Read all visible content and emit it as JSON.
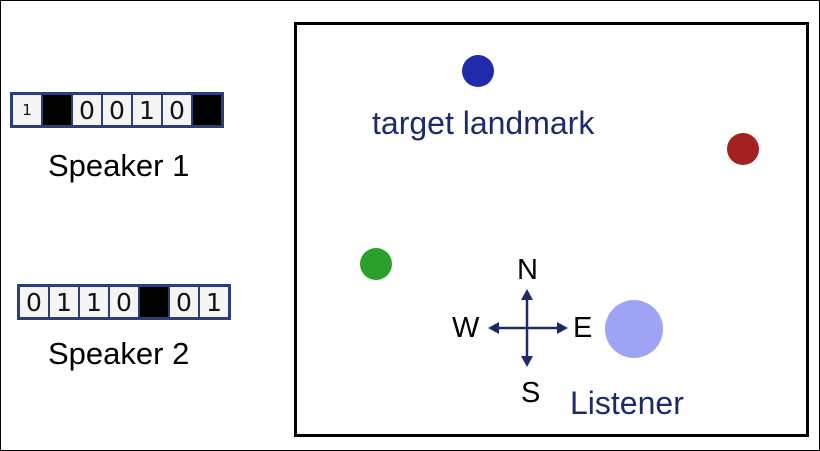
{
  "speakers": [
    {
      "label": "Speaker 1",
      "bits": [
        "1",
        "",
        "0",
        "0",
        "1",
        "0",
        ""
      ]
    },
    {
      "label": "Speaker 2",
      "bits": [
        "0",
        "1",
        "1",
        "0",
        "",
        "0",
        "1"
      ]
    }
  ],
  "environment": {
    "target_label": "target landmark",
    "listener_label": "Listener",
    "compass": {
      "north": "N",
      "south": "S",
      "east": "E",
      "west": "W"
    }
  },
  "colors": {
    "target_landmark": "#1f2bab",
    "red_landmark": "#a52121",
    "green_landmark": "#2aa02a",
    "listener": "#9fa3f5",
    "label_text": "#1c2c6b",
    "bit_border": "#2b3d7a",
    "compass_arrow": "#1c2c6b"
  }
}
